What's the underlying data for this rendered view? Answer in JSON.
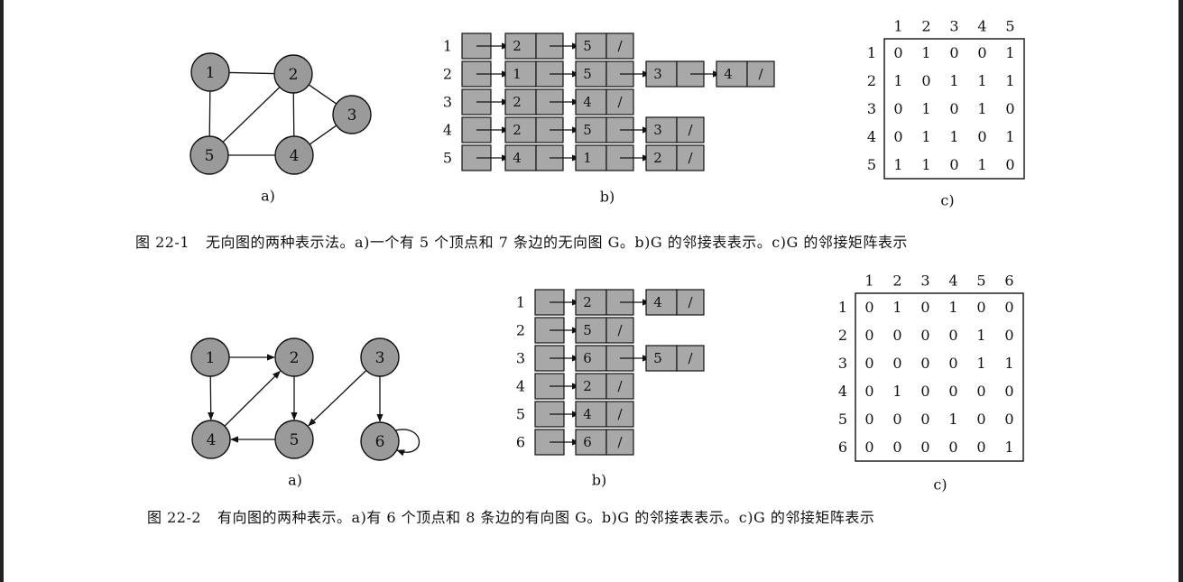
{
  "figure1": {
    "graph": {
      "nodes": [
        "1",
        "2",
        "3",
        "4",
        "5"
      ],
      "edges": [
        [
          "1",
          "2"
        ],
        [
          "1",
          "5"
        ],
        [
          "2",
          "5"
        ],
        [
          "2",
          "4"
        ],
        [
          "2",
          "3"
        ],
        [
          "3",
          "4"
        ],
        [
          "4",
          "5"
        ]
      ],
      "label": "a)"
    },
    "adjlist": {
      "rows": [
        {
          "vertex": "1",
          "items": [
            "2",
            "5"
          ]
        },
        {
          "vertex": "2",
          "items": [
            "1",
            "5",
            "3",
            "4"
          ]
        },
        {
          "vertex": "3",
          "items": [
            "2",
            "4"
          ]
        },
        {
          "vertex": "4",
          "items": [
            "2",
            "5",
            "3"
          ]
        },
        {
          "vertex": "5",
          "items": [
            "4",
            "1",
            "2"
          ]
        }
      ],
      "nil": "/",
      "label": "b)"
    },
    "matrix": {
      "headers": [
        "1",
        "2",
        "3",
        "4",
        "5"
      ],
      "rows": [
        [
          "0",
          "1",
          "0",
          "0",
          "1"
        ],
        [
          "1",
          "0",
          "1",
          "1",
          "1"
        ],
        [
          "0",
          "1",
          "0",
          "1",
          "0"
        ],
        [
          "0",
          "1",
          "1",
          "0",
          "1"
        ],
        [
          "1",
          "1",
          "0",
          "1",
          "0"
        ]
      ],
      "label": "c)"
    },
    "caption": {
      "number": "图 22-1",
      "text": "无向图的两种表示法。a)一个有 5 个顶点和 7 条边的无向图 G。b)G 的邻接表表示。c)G 的邻接矩阵表示"
    }
  },
  "figure2": {
    "graph": {
      "nodes": [
        "1",
        "2",
        "3",
        "4",
        "5",
        "6"
      ],
      "edges": [
        [
          "1",
          "2"
        ],
        [
          "1",
          "4"
        ],
        [
          "2",
          "5"
        ],
        [
          "3",
          "5"
        ],
        [
          "3",
          "6"
        ],
        [
          "4",
          "2"
        ],
        [
          "5",
          "4"
        ],
        [
          "6",
          "6"
        ]
      ],
      "label": "a)"
    },
    "adjlist": {
      "rows": [
        {
          "vertex": "1",
          "items": [
            "2",
            "4"
          ]
        },
        {
          "vertex": "2",
          "items": [
            "5"
          ]
        },
        {
          "vertex": "3",
          "items": [
            "6",
            "5"
          ]
        },
        {
          "vertex": "4",
          "items": [
            "2"
          ]
        },
        {
          "vertex": "5",
          "items": [
            "4"
          ]
        },
        {
          "vertex": "6",
          "items": [
            "6"
          ]
        }
      ],
      "nil": "/",
      "label": "b)"
    },
    "matrix": {
      "headers": [
        "1",
        "2",
        "3",
        "4",
        "5",
        "6"
      ],
      "rows": [
        [
          "0",
          "1",
          "0",
          "1",
          "0",
          "0"
        ],
        [
          "0",
          "0",
          "0",
          "0",
          "1",
          "0"
        ],
        [
          "0",
          "0",
          "0",
          "0",
          "1",
          "1"
        ],
        [
          "0",
          "1",
          "0",
          "0",
          "0",
          "0"
        ],
        [
          "0",
          "0",
          "0",
          "1",
          "0",
          "0"
        ],
        [
          "0",
          "0",
          "0",
          "0",
          "0",
          "1"
        ]
      ],
      "label": "c)"
    },
    "caption": {
      "number": "图 22-2",
      "text": "有向图的两种表示。a)有 6 个顶点和 8 条边的有向图 G。b)G 的邻接表表示。c)G 的邻接矩阵表示"
    }
  },
  "colors": {
    "node_fill": "#9a9a9a",
    "cell_fill": "#a8a8a8",
    "stroke": "#111111"
  }
}
